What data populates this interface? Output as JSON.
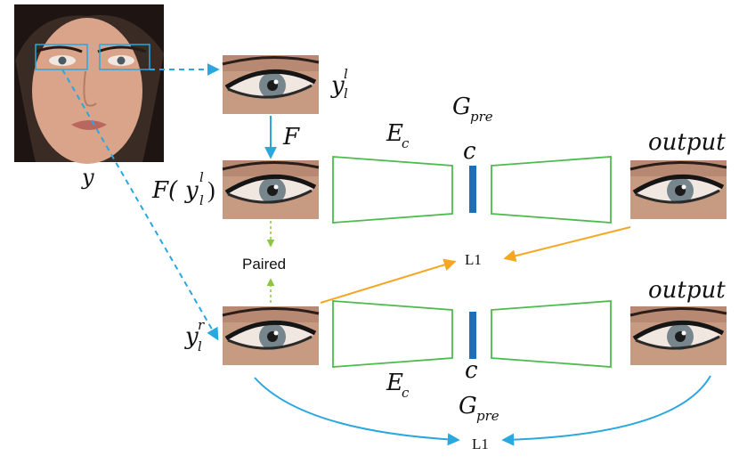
{
  "labels": {
    "y": "y",
    "y_base": "y",
    "y_l_sup": "l",
    "y_l_sub": "l",
    "F": "F",
    "F_func": "F(",
    "F_inner_base": "y",
    "F_inner_sup": "l",
    "F_inner_sub": "l",
    "F_close": ")",
    "Ec": "E",
    "Ec_sub": "c",
    "Ec2": "E",
    "Ec2_sub": "c",
    "G_top": "G",
    "G_top_sub": "pre",
    "G_bottom": "G",
    "G_bottom_sub": "pre",
    "c_top": "c",
    "c_bottom": "c",
    "output_top": "output",
    "output_bottom": "output",
    "paired": "Paired",
    "l1_middle": "L1",
    "l1_bottom": "L1",
    "yr_base": "y",
    "yr_sup": "r",
    "yr_sub": "l"
  },
  "colors": {
    "dashed_blue": "#29a7df",
    "solid_blue": "#29a7df",
    "encoder_green": "#4dbb4d",
    "bottleneck_blue": "#1c6fb8",
    "orange": "#f5a623",
    "paired_green": "#8cc63f"
  },
  "images": {
    "face": "face-photo",
    "eye_left": "left-eye-crop",
    "eye_flipped": "flipped-eye-crop",
    "eye_right": "right-eye-crop",
    "output_top": "output-eye-top",
    "output_bottom": "output-eye-bottom"
  }
}
